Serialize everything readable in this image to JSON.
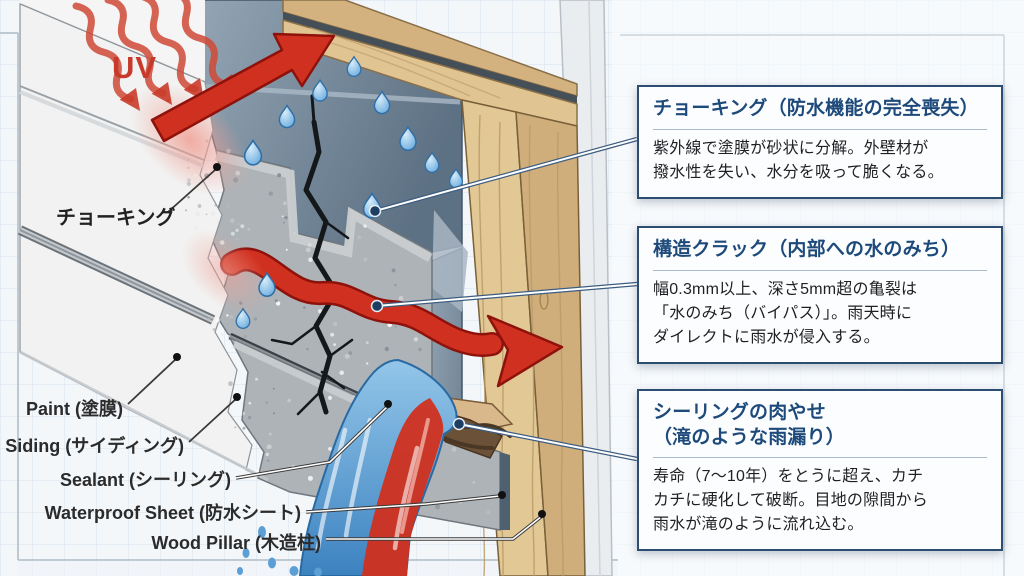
{
  "diagram": {
    "uv_label": "UV",
    "chalking_pointer_label": "チョーキング",
    "material_labels": [
      {
        "id": "paint",
        "text": "Paint (塗膜)"
      },
      {
        "id": "siding",
        "text": "Siding (サイディング)"
      },
      {
        "id": "sealant",
        "text": "Sealant (シーリング)"
      },
      {
        "id": "waterproof_sheet",
        "text": "Waterproof Sheet (防水シート)"
      },
      {
        "id": "wood_pillar",
        "text": "Wood Pillar (木造柱)"
      }
    ]
  },
  "callouts": [
    {
      "title": "チョーキング（防水機能の完全喪失）",
      "body": "紫外線で塗膜が砂状に分解。外壁材が\n撥水性を失い、水分を吸って脆くなる。"
    },
    {
      "title": "構造クラック（内部への水のみち）",
      "body": "幅0.3mm以上、深さ5mm超の亀裂は\n「水のみち（バイパス）」。雨天時に\nダイレクトに雨水が侵入する。"
    },
    {
      "title": "シーリングの肉やせ\n（滝のような雨漏り）",
      "body": "寿命（7～10年）をとうに超え、カチ\nカチに硬化して破断。目地の隙間から\n雨水が滝のように流れ込む。"
    }
  ],
  "colors": {
    "callout_border": "#2d4d70",
    "callout_title": "#1d4a7a",
    "uv_red": "#d0301f",
    "water_blue": "#4189c7",
    "wood_tan": "#dcc190",
    "waterproof_slate": "#6e8295",
    "siding_gray": "#aeb3b7",
    "paper_grid": "#ccdcea"
  }
}
